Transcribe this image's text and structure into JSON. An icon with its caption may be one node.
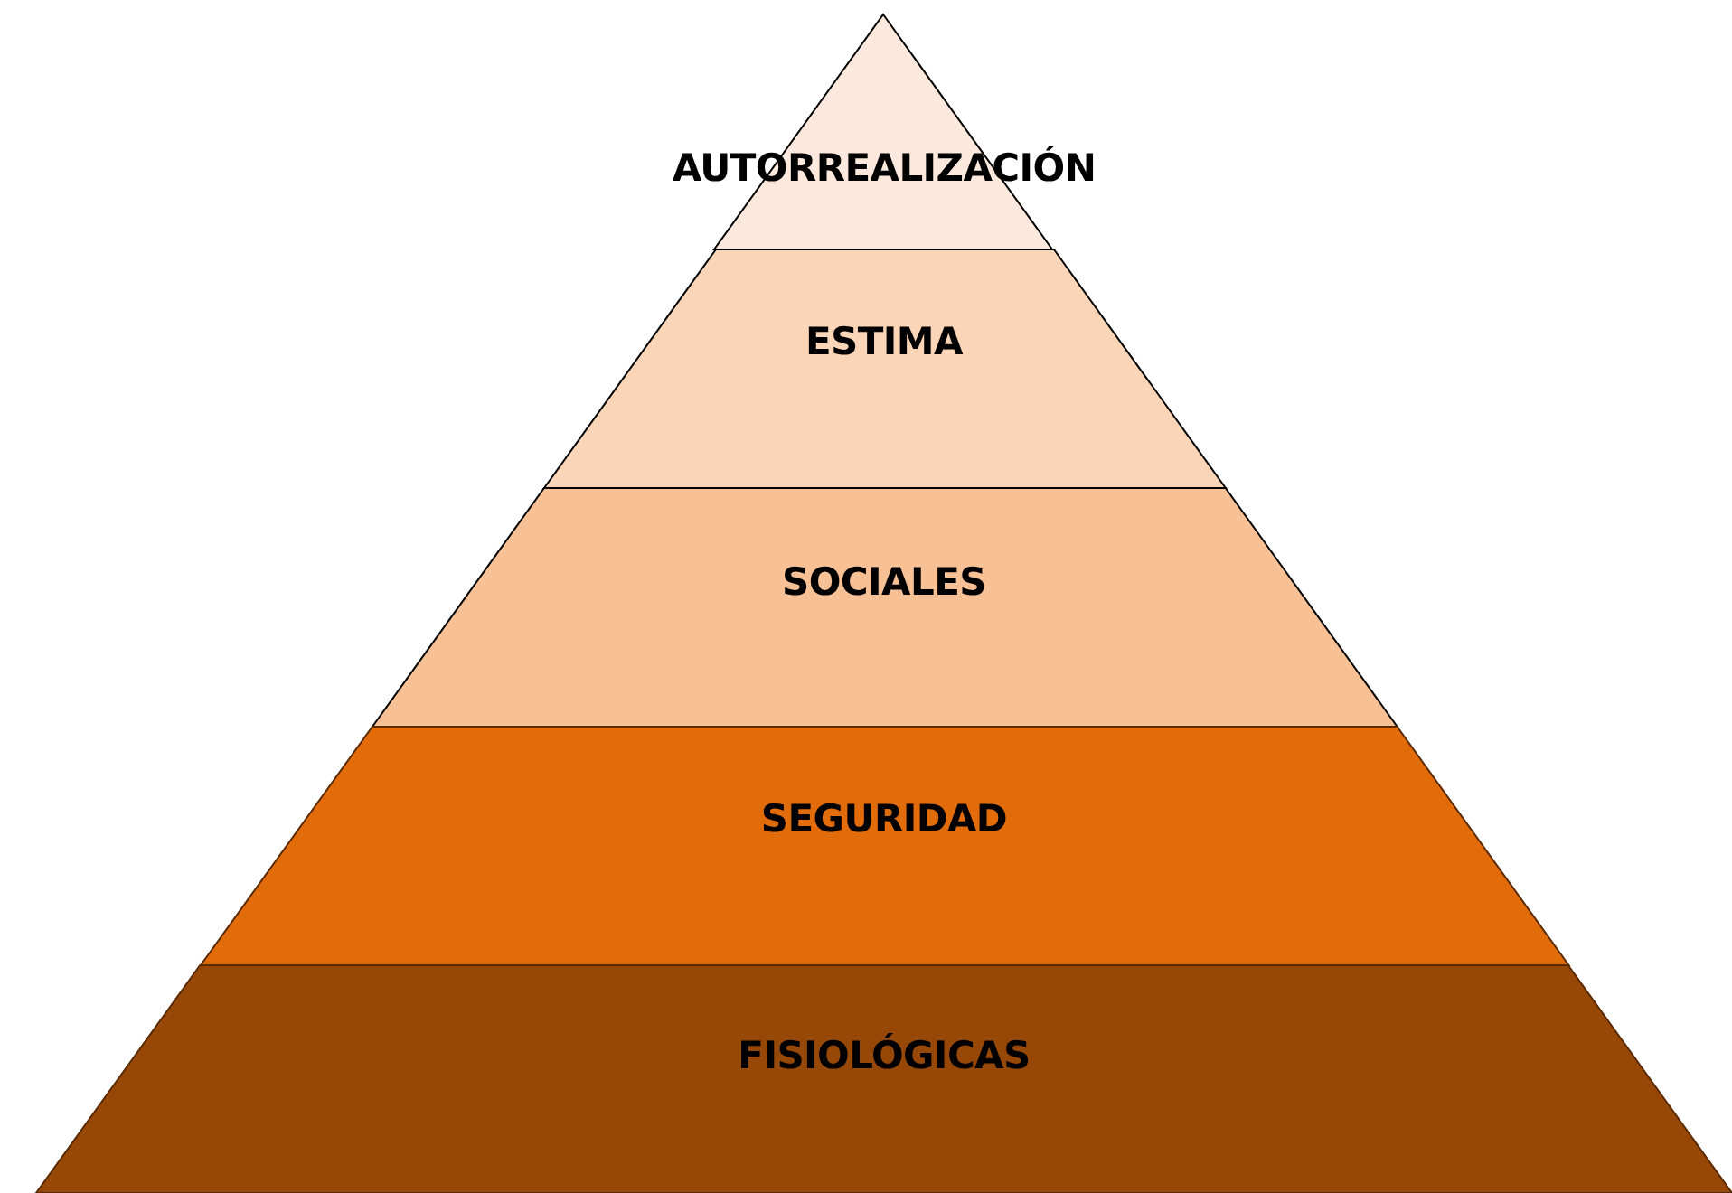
{
  "diagram": {
    "nodes": [
      {
        "text": [
          "AUTORREALIZACIÓN"
        ]
      },
      {
        "text": [
          "ESTIMA"
        ]
      },
      {
        "text": [
          "SOCIALES"
        ]
      },
      {
        "text": [
          "SEGURIDAD"
        ]
      },
      {
        "text": [
          "FISIOLÓGICAS"
        ]
      }
    ]
  }
}
